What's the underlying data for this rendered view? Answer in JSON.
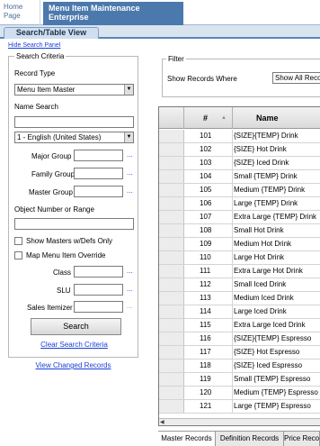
{
  "header": {
    "home_label": "Home Page",
    "app_title": "Menu Item Maintenance Enterprise"
  },
  "tabs": {
    "active": "Search/Table View"
  },
  "hide_search_panel": "Hide Search Panel",
  "search_criteria": {
    "legend": "Search Criteria",
    "record_type_label": "Record Type",
    "record_type_value": "Menu Item Master",
    "name_search_label": "Name Search",
    "name_search_value": "",
    "language_value": "1 - English (United States)",
    "major_group_label": "Major Group",
    "family_group_label": "Family Group",
    "master_group_label": "Master Group",
    "object_number_label": "Object Number or Range",
    "show_masters_label": "Show Masters w/Defs Only",
    "map_menu_item_label": "Map Menu Item Override",
    "class_label": "Class",
    "slu_label": "SLU",
    "sales_itemizer_label": "Sales Itemizer",
    "ellipsis": "...",
    "search_button": "Search",
    "clear_link": "Clear Search Criteria"
  },
  "view_changed_records": "View Changed Records",
  "filter": {
    "legend": "Filter",
    "show_records_label": "Show Records Where",
    "show_records_value": "Show All Records"
  },
  "grid": {
    "col_number": "#",
    "col_name": "Name",
    "rows": [
      {
        "num": "101",
        "name": "{SIZE}{TEMP} Drink"
      },
      {
        "num": "102",
        "name": "{SIZE} Hot Drink"
      },
      {
        "num": "103",
        "name": "{SIZE} Iced Drink"
      },
      {
        "num": "104",
        "name": "Small {TEMP} Drink"
      },
      {
        "num": "105",
        "name": "Medium {TEMP} Drink"
      },
      {
        "num": "106",
        "name": "Large {TEMP} Drink"
      },
      {
        "num": "107",
        "name": "Extra Large {TEMP} Drink"
      },
      {
        "num": "108",
        "name": "Small Hot Drink"
      },
      {
        "num": "109",
        "name": "Medium Hot Drink"
      },
      {
        "num": "110",
        "name": "Large Hot Drink"
      },
      {
        "num": "111",
        "name": "Extra Large Hot Drink"
      },
      {
        "num": "112",
        "name": "Small Iced Drink"
      },
      {
        "num": "113",
        "name": "Medium Iced Drink"
      },
      {
        "num": "114",
        "name": "Large Iced Drink"
      },
      {
        "num": "115",
        "name": "Extra Large Iced Drink"
      },
      {
        "num": "116",
        "name": "{SIZE}{TEMP} Espresso"
      },
      {
        "num": "117",
        "name": "{SIZE} Hot Espresso"
      },
      {
        "num": "118",
        "name": "{SIZE} Iced Espresso"
      },
      {
        "num": "119",
        "name": "Small {TEMP} Espresso"
      },
      {
        "num": "120",
        "name": "Medium {TEMP} Espresso"
      },
      {
        "num": "121",
        "name": "Large {TEMP} Espresso"
      }
    ]
  },
  "bottom_tabs": [
    "Master Records",
    "Definition Records",
    "Price Records"
  ],
  "icons": {
    "dropdown": "chevron-down-icon",
    "sort": "sort-ascending-icon",
    "scroll_left": "arrow-left-icon"
  },
  "colors": {
    "title_bar": "#4b79ad",
    "link": "#1a3fd6",
    "tab_accent": "#5a86b8"
  }
}
